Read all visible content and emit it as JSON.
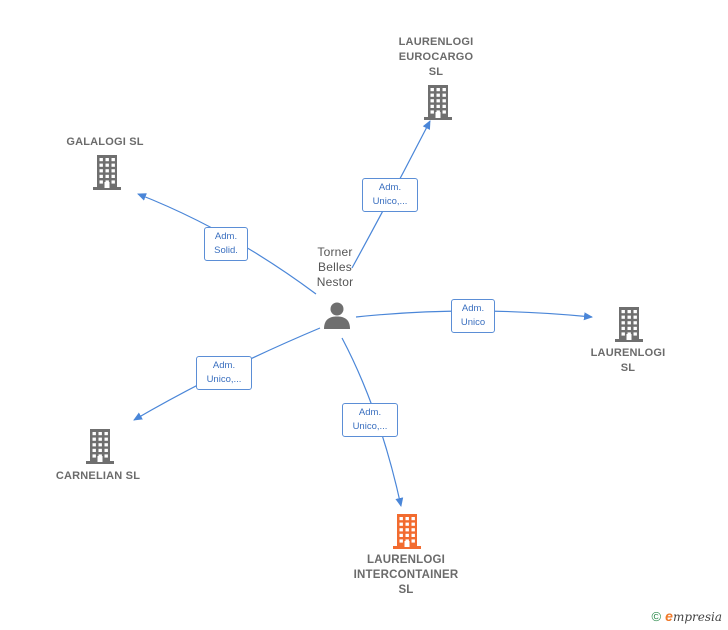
{
  "center": {
    "lines": [
      "Torner",
      "Belles",
      "Nestor"
    ],
    "icon": "person-icon"
  },
  "companies": {
    "eurocargo": {
      "lines": [
        "LAURENLOGI",
        "EUROCARGO",
        "SL"
      ],
      "icon": "building-icon",
      "color": "#6f6f6f"
    },
    "galalogi": {
      "lines": [
        "GALALOGI SL"
      ],
      "icon": "building-icon",
      "color": "#6f6f6f"
    },
    "laurenlogi": {
      "lines": [
        "LAURENLOGI",
        "SL"
      ],
      "icon": "building-icon",
      "color": "#6f6f6f"
    },
    "carnelian": {
      "lines": [
        "CARNELIAN SL"
      ],
      "icon": "building-icon",
      "color": "#6f6f6f"
    },
    "intercontainer": {
      "lines": [
        "LAURENLOGI",
        "INTERCONTAINER",
        "SL"
      ],
      "icon": "building-icon",
      "color": "#f26b2f"
    }
  },
  "edges": {
    "eurocargo": {
      "lines": [
        "Adm.",
        "Unico,..."
      ]
    },
    "galalogi": {
      "lines": [
        "Adm.",
        "Solid."
      ]
    },
    "laurenlogi": {
      "lines": [
        "Adm.",
        "Unico"
      ]
    },
    "carnelian": {
      "lines": [
        "Adm.",
        "Unico,..."
      ]
    },
    "intercontainer": {
      "lines": [
        "Adm.",
        "Unico,..."
      ]
    }
  },
  "colors": {
    "edge": "#4a86d8",
    "icon_gray": "#6f6f6f",
    "highlight": "#f26b2f"
  },
  "footer": {
    "copyright": "©",
    "brand": "mpresia",
    "brand_initial": "e"
  }
}
